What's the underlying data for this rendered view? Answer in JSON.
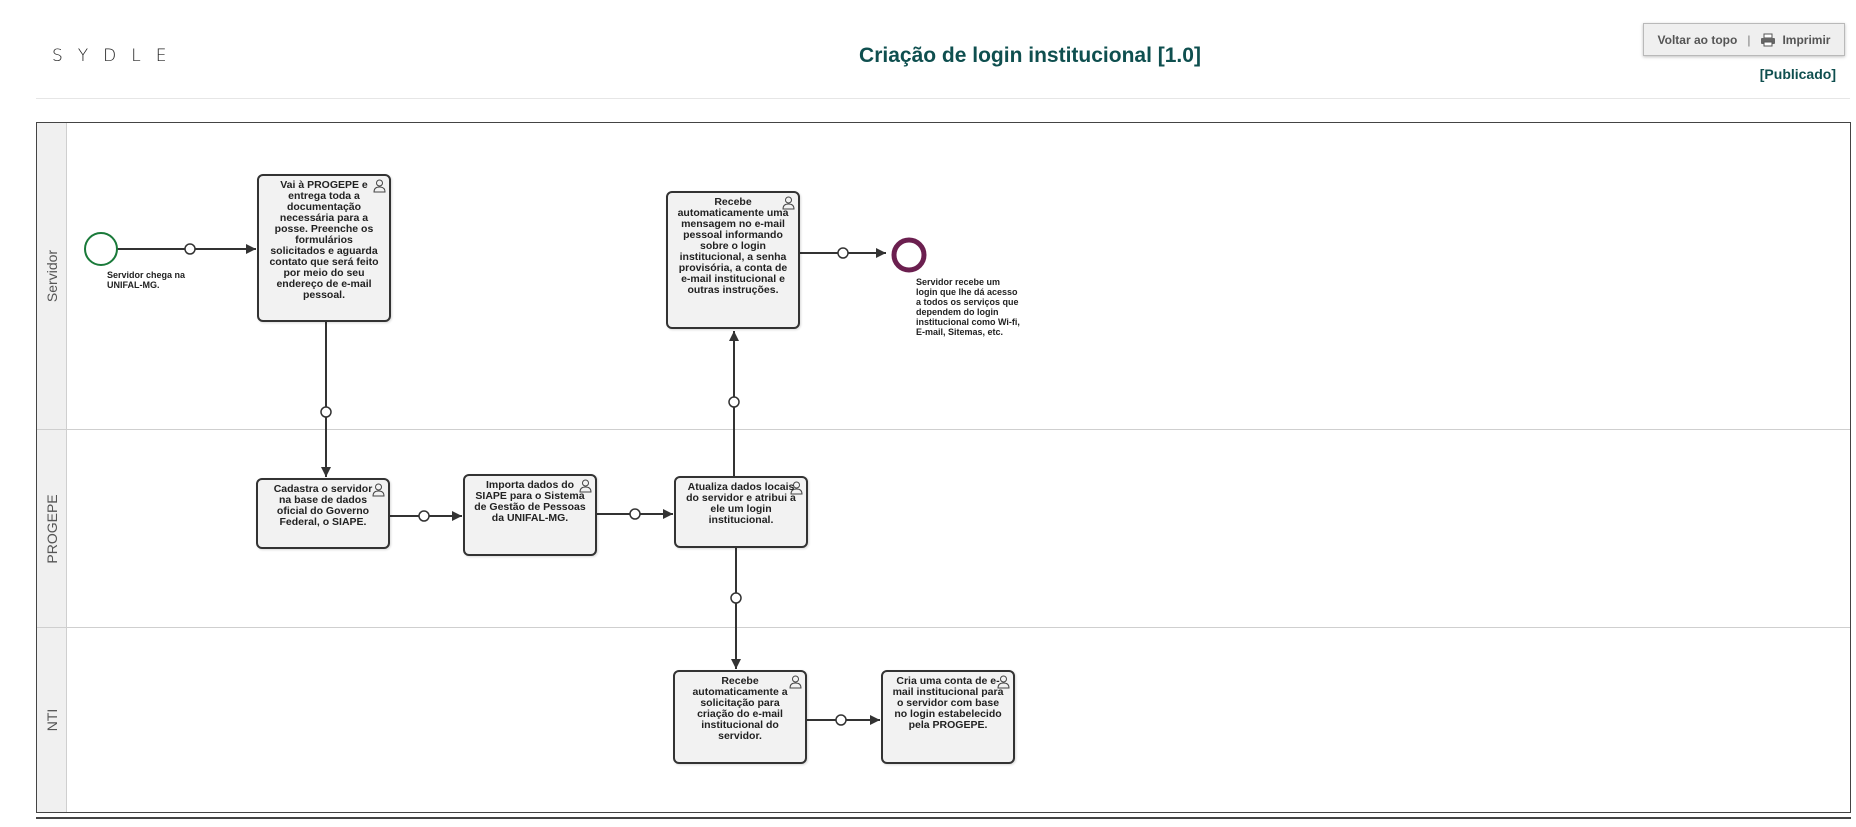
{
  "header": {
    "logo": "SYDLE",
    "title": "Criação de login institucional [1.0]",
    "back_to_top": "Voltar ao topo",
    "separator": "|",
    "print": "Imprimir",
    "status": "[Publicado]"
  },
  "lanes": [
    "Servidor",
    "PROGEPE",
    "NTI"
  ],
  "events": {
    "start_label": "Servidor chega na UNIFAL-MG.",
    "end_label": "Servidor recebe um login que lhe dá acesso a todos os serviços que dependem do login institucional como Wi-fi, E-mail, Sitemas, etc."
  },
  "tasks": [
    "Vai à PROGEPE e entrega toda a documentação necessária para a posse. Preenche os formulários solicitados e aguarda contato que será feito por meio do seu endereço de e-mail pessoal.",
    "Recebe automaticamente uma mensagem no e-mail pessoal informando sobre o login institucional, a senha provisória, a conta de e-mail institucional e outras instruções.",
    "Cadastra o servidor na base de dados oficial do Governo Federal, o SIAPE.",
    "Importa dados do SIAPE para o Sistema de Gestão de Pessoas da UNIFAL-MG.",
    "Atualiza dados locais do servidor e atribui a ele um login institucional.",
    "Recebe automaticamente a solicitação para criação do e-mail institucional do servidor.",
    "Cria uma conta de e-mail institucional para o servidor com base no login estabelecido pela PROGEPE."
  ],
  "colors": {
    "title": "#0f4f4f",
    "start_event": "#1a7a3a",
    "end_event": "#6b1f4f",
    "task_fill": "#f2f2f2"
  }
}
